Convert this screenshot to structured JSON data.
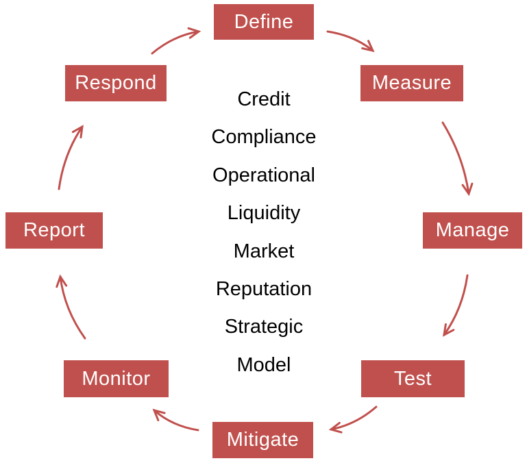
{
  "diagram": {
    "accent_color": "#C0504D",
    "background_color": "#ffffff",
    "nodes": [
      {
        "id": "define",
        "label": "Define"
      },
      {
        "id": "measure",
        "label": "Measure"
      },
      {
        "id": "manage",
        "label": "Manage"
      },
      {
        "id": "test",
        "label": "Test"
      },
      {
        "id": "mitigate",
        "label": "Mitigate"
      },
      {
        "id": "monitor",
        "label": "Monitor"
      },
      {
        "id": "report",
        "label": "Report"
      },
      {
        "id": "respond",
        "label": "Respond"
      }
    ],
    "arrows": [
      {
        "from": "Respond",
        "to": "Define"
      },
      {
        "from": "Define",
        "to": "Measure"
      },
      {
        "from": "Measure",
        "to": "Manage"
      },
      {
        "from": "Manage",
        "to": "Test"
      },
      {
        "from": "Test",
        "to": "Mitigate"
      },
      {
        "from": "Mitigate",
        "to": "Monitor"
      },
      {
        "from": "Monitor",
        "to": "Report"
      },
      {
        "from": "Report",
        "to": "Respond"
      }
    ],
    "center_items": [
      "Credit",
      "Compliance",
      "Operational",
      "Liquidity",
      "Market",
      "Reputation",
      "Strategic",
      "Model"
    ]
  }
}
